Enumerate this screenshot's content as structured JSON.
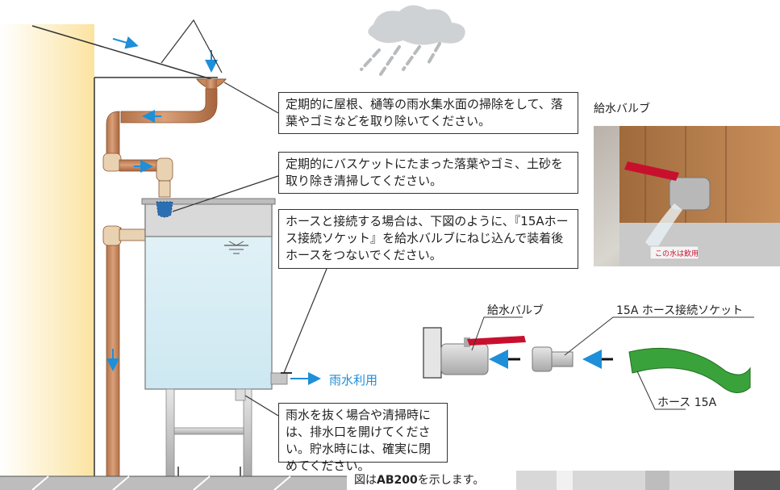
{
  "notes": {
    "roof_cleaning": "定期的に屋根、樋等の雨水集水面の掃除をして、落葉やゴミなどを取り除いてください。",
    "basket_cleaning": "定期的にバスケットにたまった落葉やゴミ、土砂を取り除き清掃してください。",
    "hose_connection": "ホースと接続する場合は、下図のように、『15Aホース接続ソケット』を給水バルブにねじ込んで装着後ホースをつないでください。",
    "drain": "雨水を抜く場合や清掃時には、排水口を開けてください。貯水時には、確実に閉めてください。"
  },
  "labels": {
    "rainwater_use": "雨水利用",
    "supply_valve_photo": "給水バルブ",
    "supply_valve": "給水バルブ",
    "hose_socket": "15A ホース接続ソケット",
    "hose": "ホース 15A",
    "photo_signage": "この水は飲用"
  },
  "caption": {
    "prefix": "図は",
    "model": "AB200",
    "suffix": "を示します。"
  },
  "colors": {
    "pipe": "#c9875a",
    "water": "#d8eef5",
    "tank_top": "#d8d8d8",
    "hose": "#3aa23a",
    "valve_handle": "#c8102e",
    "arrow_blue": "#1e8fd8",
    "wall_glow": "#fbe6a8"
  },
  "icons": {
    "rain_cloud": "rain-cloud-icon",
    "flow_arrow": "arrow-icon"
  }
}
